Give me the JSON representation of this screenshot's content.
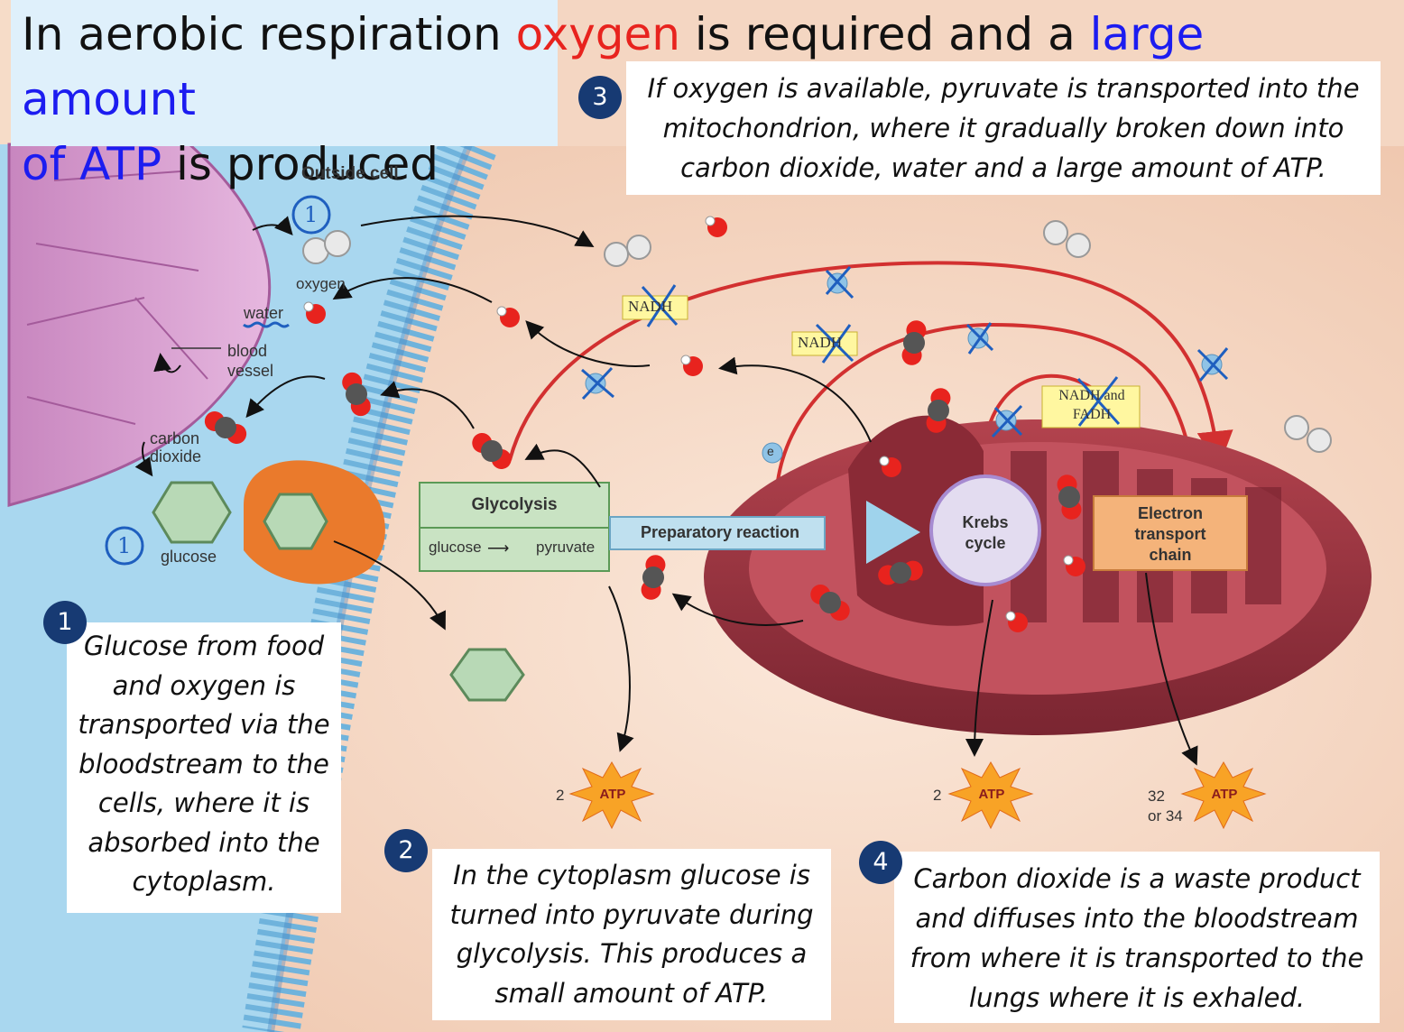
{
  "title": {
    "part1": "In aerobic respiration ",
    "oxygen": "oxygen",
    "part2": " is required and a ",
    "large_amount": "large amount",
    "part3": "of ATP",
    "part4": " is produced"
  },
  "notes": [
    {
      "number": "1",
      "text": "Glucose from food and oxygen is transported via the bloodstream to the cells, where it is absorbed into the cytoplasm."
    },
    {
      "number": "2",
      "text": "In the cytoplasm glucose is turned into pyruvate during glycolysis. This produces a small amount of ATP."
    },
    {
      "number": "3",
      "text": "If oxygen is available, pyruvate is transported into the mitochondrion, where it gradually broken down into carbon dioxide, water and a large amount of ATP."
    },
    {
      "number": "4",
      "text": "Carbon dioxide is a waste product and diffuses into the bloodstream from where it is transported to the lungs where it is exhaled."
    }
  ],
  "diagram": {
    "outside_cell": "Outside cell",
    "oxygen": "oxygen",
    "water": "water",
    "blood_vessel_1": "blood",
    "blood_vessel_2": "vessel",
    "carbon_dioxide_1": "carbon",
    "carbon_dioxide_2": "dioxide",
    "glucose": "glucose",
    "glycolysis": "Glycolysis",
    "glycolysis_glucose": "glucose",
    "glycolysis_pyruvate": "pyruvate",
    "preparatory_reaction": "Preparatory reaction",
    "krebs_1": "Krebs",
    "krebs_2": "cycle",
    "etc_1": "Electron",
    "etc_2": "transport",
    "etc_3": "chain",
    "nadh_1": "NADH",
    "nadh_2": "NADH",
    "nadh_fadh_1": "NADH and",
    "nadh_fadh_2": "FADH",
    "electron": "e",
    "atp": "ATP",
    "atp_count_1": "2",
    "atp_count_2": "2",
    "atp_count_3a": "32",
    "atp_count_3b": "or 34",
    "handwritten_1": "1"
  },
  "colors": {
    "title_red": "#e8231e",
    "title_blue": "#1c1cf0",
    "number_badge": "#173a73",
    "handwriting": "#1f5fbf"
  }
}
